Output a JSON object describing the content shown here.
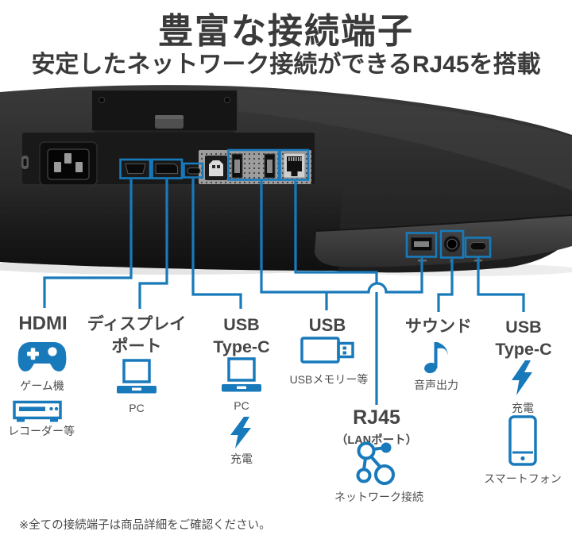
{
  "header": {
    "title": "豊富な接続端子",
    "subtitle": "安定したネットワーク接続ができるRJ45を搭載"
  },
  "colors": {
    "accent_blue": "#187abb",
    "heading_text": "#3a3a3a",
    "label_text": "#454545",
    "caption_text": "#4f4f4f",
    "monitor_body": "#2b2b2b"
  },
  "callouts": {
    "hdmi": {
      "label": "HDMI",
      "device1": "ゲーム機",
      "device2": "レコーダー等",
      "icon1": "game-controller-icon",
      "icon2": "recorder-icon"
    },
    "displayport": {
      "label_line1": "ディスプレイ",
      "label_line2": "ポート",
      "device1": "PC",
      "icon1": "laptop-icon"
    },
    "usb_type_c_rear": {
      "label_line1": "USB",
      "label_line2": "Type-C",
      "device1": "PC",
      "device2": "充電",
      "icon1": "laptop-icon",
      "icon2": "lightning-bolt-icon"
    },
    "usb": {
      "label": "USB",
      "device1": "USBメモリー等",
      "icon1": "usb-memory-icon"
    },
    "rj45": {
      "label": "RJ45",
      "sublabel": "（LANポート）",
      "device1": "ネットワーク接続",
      "icon1": "network-icon"
    },
    "sound": {
      "label": "サウンド",
      "device1": "音声出力",
      "icon1": "music-note-icon"
    },
    "usb_type_c_front": {
      "label_line1": "USB",
      "label_line2": "Type-C",
      "device1": "充電",
      "device2": "スマートフォン",
      "icon1": "lightning-bolt-icon",
      "icon2": "smartphone-icon"
    }
  },
  "footnote": "※全ての接続端子は商品詳細をご確認ください。"
}
